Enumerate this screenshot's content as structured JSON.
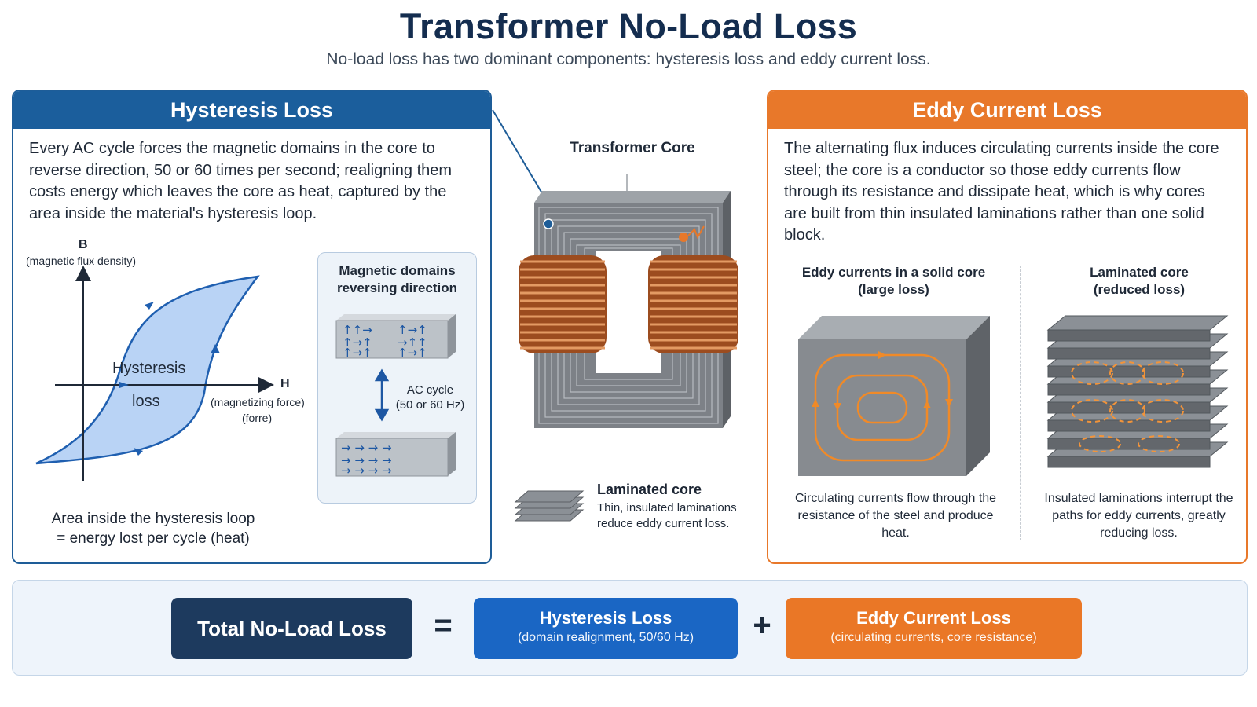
{
  "header": {
    "title": "Transformer No-Load Loss",
    "subtitle": "No-load loss has two dominant components: hysteresis loss and eddy current loss."
  },
  "hysteresis": {
    "heading": "Hysteresis Loss",
    "body": "Every AC cycle forces the magnetic domains in the core to reverse direction, 50 or 60 times per second; realigning them costs energy which leaves the core as heat, captured by the area inside the material's hysteresis loop.",
    "axis_b": "B",
    "axis_b_desc": "(magnetic flux density)",
    "axis_h": "H",
    "axis_h_desc": "(magnetizing force)",
    "axis_h_desc2": "(forre)",
    "loop_label_1": "Hysteresis",
    "loop_label_2": "loss",
    "caption_1": "Area inside the hysteresis loop",
    "caption_2": "= energy lost per cycle (heat)",
    "domains_title_1": "Magnetic domains",
    "domains_title_2": "reversing direction",
    "ac_cycle_1": "AC cycle",
    "ac_cycle_2": "(50 or 60 Hz)"
  },
  "core": {
    "label": "Transformer Core",
    "lam_title": "Laminated core",
    "lam_desc_1": "Thin, insulated laminations",
    "lam_desc_2": "reduce eddy current loss."
  },
  "eddy": {
    "heading": "Eddy Current Loss",
    "body": "The alternating flux induces circulating currents inside the core steel; the core is a conductor so those eddy currents flow through its resistance and dissipate heat, which is why cores are built from thin insulated laminations rather than one solid block.",
    "solid_title_1": "Eddy currents in a solid core",
    "solid_title_2": "(large loss)",
    "lam_title_1": "Laminated core",
    "lam_title_2": "(reduced loss)",
    "solid_note": "Circulating currents flow through the resistance of the steel and produce heat.",
    "lam_note": "Insulated laminations interrupt the paths for eddy currents, greatly reducing loss."
  },
  "summary": {
    "total": "Total No-Load Loss",
    "equals": "=",
    "plus": "+",
    "hyst_label": "Hysteresis Loss",
    "hyst_sub": "(domain realignment, 50/60 Hz)",
    "eddy_label": "Eddy Current Loss",
    "eddy_sub": "(circulating currents, core resistance)"
  },
  "colors": {
    "hysteresis_blue": "#1b5e9c",
    "eddy_orange": "#e8782a",
    "loop_fill": "#b9d3f5",
    "copper": "#c46a32"
  }
}
